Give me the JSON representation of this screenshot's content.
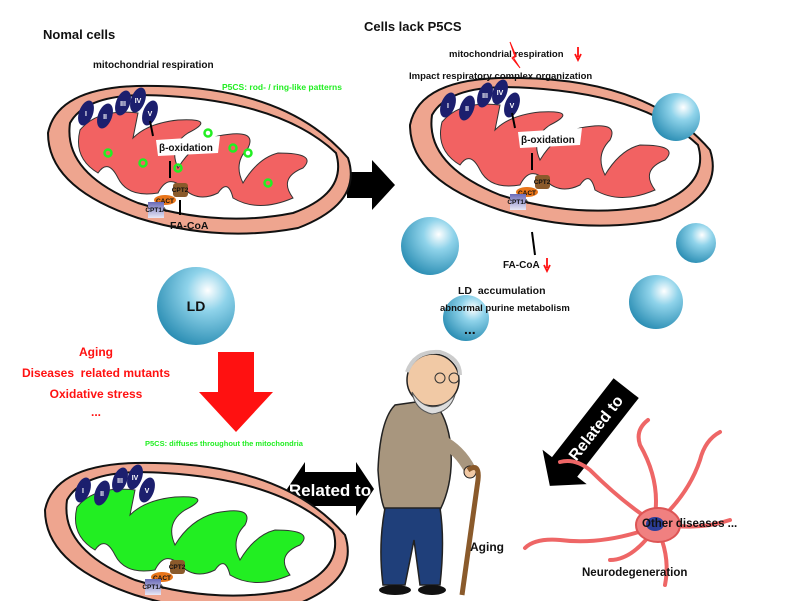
{
  "colors": {
    "matrix_normal": "#f26262",
    "matrix_stressed": "#22ee22",
    "outer_membrane": "#eea58f",
    "p5cs_green": "#22ee22",
    "alert_red": "#ff1a1a",
    "complex_blue": "#1c1f6e",
    "lipid_droplet": "#3aa6c8"
  },
  "left_panel": {
    "title": "Nomal cells",
    "respiration": "mitochondrial respiration",
    "p5cs_note": "P5CS: rod- / ring-like patterns",
    "complexes": [
      "I",
      "II",
      "III",
      "IV",
      "V"
    ],
    "beta_oxidation": "β-oxidation",
    "cpt2": "CPT2",
    "cact": "CACT",
    "cpt1a": "CPT1A",
    "fa_coa": "FA-CoA",
    "ld": "LD"
  },
  "right_panel": {
    "title": "Cells lack P5CS",
    "respiration": "mitochondrial respiration",
    "complex_note": "Impact respiratory complex organization",
    "complexes": [
      "I",
      "II",
      "III",
      "IV",
      "V"
    ],
    "beta_oxidation": "β-oxidation",
    "cpt2": "CPT2",
    "cact": "CACT",
    "cpt1a": "CPT1A",
    "fa_coa": "FA-CoA",
    "ld_accumulation": "LD  accumulation",
    "purine": "abnormal purine metabolism",
    "ellipsis": "..."
  },
  "stressors": [
    "Aging",
    "Diseases  related mutants",
    "Oxidative stress",
    "..."
  ],
  "bottom_panel": {
    "p5cs_note": "P5CS: diffuses throughout the mitochondria",
    "complexes": [
      "I",
      "II",
      "III",
      "IV",
      "V"
    ],
    "cpt2": "CPT2",
    "cact": "CACT",
    "cpt1a": "CPT1A"
  },
  "related_to_horizontal": "Related to",
  "related_to_diagonal": "Related to",
  "aging_label": "Aging",
  "neuro_label": "Neurodegeneration",
  "other_diseases": "Other diseases ..."
}
